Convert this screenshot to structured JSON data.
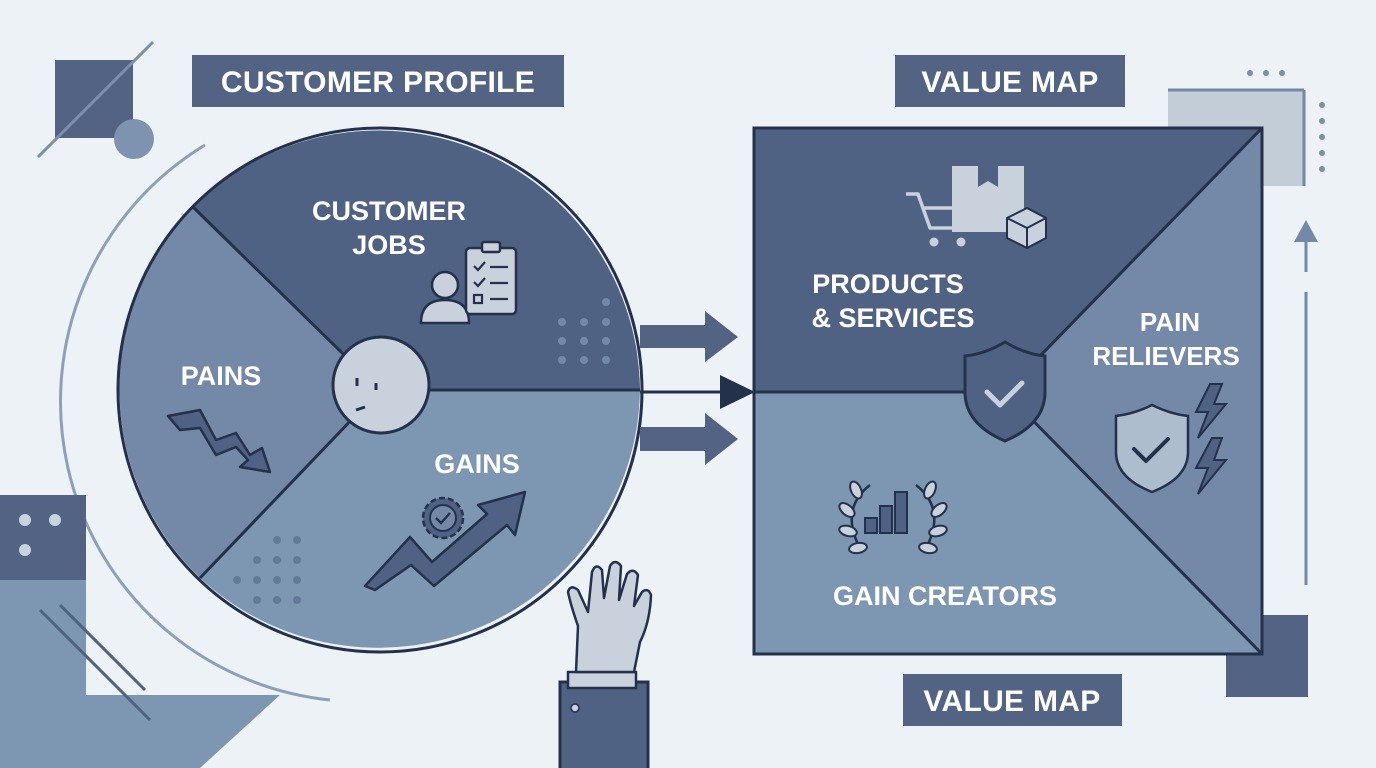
{
  "labels": {
    "customer_profile": "CUSTOMER PROFILE",
    "value_map_top": "VALUE MAP",
    "value_map_bottom": "VALUE MAP"
  },
  "customer_profile": {
    "jobs_line1": "CUSTOMER",
    "jobs_line2": "JOBS",
    "pains": "PAINS",
    "gains": "GAINS"
  },
  "value_map": {
    "products_line1": "PRODUCTS",
    "products_line2": "& SERVICES",
    "relievers_line1": "PAIN",
    "relievers_line2": "RELIEVERS",
    "gain_creators": "GAIN CREATORS"
  },
  "colors": {
    "background": "#edf2f7",
    "dark_navy": "#33415c",
    "slate_dark": "#4f6283",
    "slate_mid": "#7488a8",
    "slate_light": "#7d97b2",
    "label_bg": "#536383"
  }
}
